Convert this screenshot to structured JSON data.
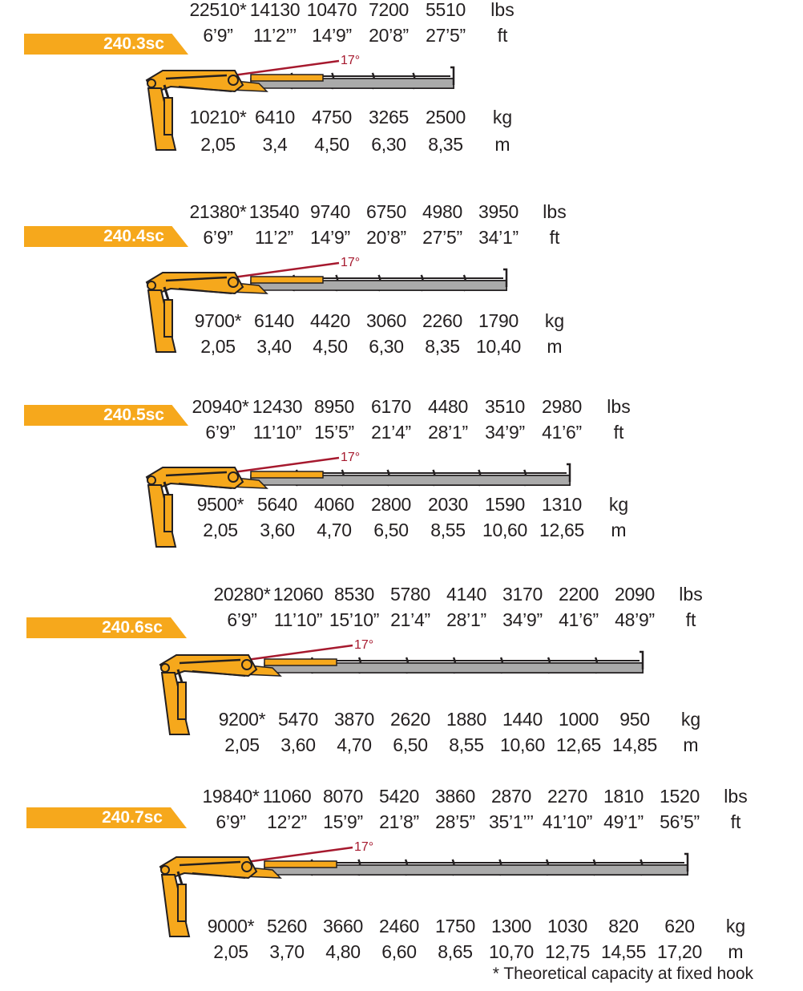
{
  "units": {
    "lbs": "lbs",
    "ft": "ft",
    "kg": "kg",
    "m": "m"
  },
  "angle_label": "17°",
  "colors": {
    "accent": "#f6a81c",
    "boom_gray": "#aaaaaa",
    "angle_line": "#a6192e",
    "outline": "#231f20"
  },
  "footnote": "* Theoretical capacity at fixed hook",
  "models": [
    {
      "name": "240.3sc",
      "lbs": [
        "22510*",
        "14130",
        "10470",
        "7200",
        "5510"
      ],
      "ft": [
        "6’9”",
        "11’2’’’",
        "14’9”",
        "20’8”",
        "27’5”"
      ],
      "kg": [
        "10210*",
        "6410",
        "4750",
        "3265",
        "2500"
      ],
      "m": [
        "2,05",
        "3,4",
        "4,50",
        "6,30",
        "8,35"
      ]
    },
    {
      "name": "240.4sc",
      "lbs": [
        "21380*",
        "13540",
        "9740",
        "6750",
        "4980",
        "3950"
      ],
      "ft": [
        "6’9”",
        "11’2”",
        "14’9”",
        "20’8”",
        "27’5”",
        "34’1”"
      ],
      "kg": [
        "9700*",
        "6140",
        "4420",
        "3060",
        "2260",
        "1790"
      ],
      "m": [
        "2,05",
        "3,40",
        "4,50",
        "6,30",
        "8,35",
        "10,40"
      ]
    },
    {
      "name": "240.5sc",
      "lbs": [
        "20940*",
        "12430",
        "8950",
        "6170",
        "4480",
        "3510",
        "2980"
      ],
      "ft": [
        "6’9”",
        "11’10”",
        "15’5”",
        "21’4”",
        "28’1”",
        "34’9”",
        "41’6”"
      ],
      "kg": [
        "9500*",
        "5640",
        "4060",
        "2800",
        "2030",
        "1590",
        "1310"
      ],
      "m": [
        "2,05",
        "3,60",
        "4,70",
        "6,50",
        "8,55",
        "10,60",
        "12,65"
      ]
    },
    {
      "name": "240.6sc",
      "lbs": [
        "20280*",
        "12060",
        "8530",
        "5780",
        "4140",
        "3170",
        "2200",
        "2090"
      ],
      "ft": [
        "6’9”",
        "11’10”",
        "15’10”",
        "21’4”",
        "28’1”",
        "34’9”",
        "41’6”",
        "48’9”"
      ],
      "kg": [
        "9200*",
        "5470",
        "3870",
        "2620",
        "1880",
        "1440",
        "1000",
        "950"
      ],
      "m": [
        "2,05",
        "3,60",
        "4,70",
        "6,50",
        "8,55",
        "10,60",
        "12,65",
        "14,85"
      ]
    },
    {
      "name": "240.7sc",
      "lbs": [
        "19840*",
        "11060",
        "8070",
        "5420",
        "3860",
        "2870",
        "2270",
        "1810",
        "1520"
      ],
      "ft": [
        "6’9”",
        "12’2”",
        "15’9”",
        "21’8”",
        "28’5”",
        "35’1’’’",
        "41’10”",
        "49’1”",
        "56’5”"
      ],
      "kg": [
        "9000*",
        "5260",
        "3660",
        "2460",
        "1750",
        "1300",
        "1030",
        "820",
        "620"
      ],
      "m": [
        "2,05",
        "3,70",
        "4,80",
        "6,60",
        "8,65",
        "10,70",
        "12,75",
        "14,55",
        "17,20"
      ]
    }
  ]
}
